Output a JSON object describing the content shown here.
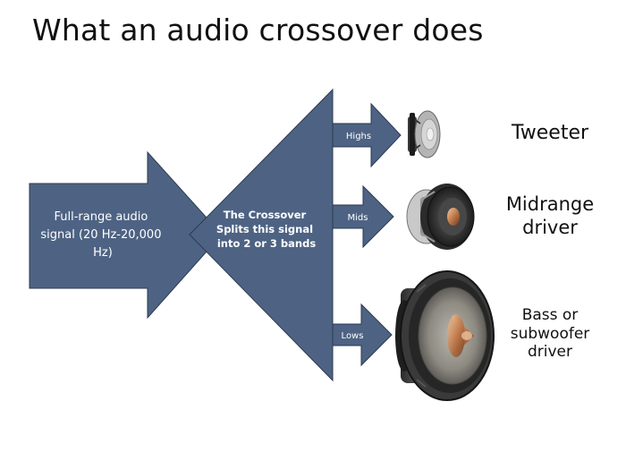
{
  "title": "What an audio crossover does",
  "input_arrow": {
    "line1": "Full-range audio",
    "line2": "signal (20 Hz-20,000",
    "line3": "Hz)"
  },
  "crossover": {
    "line1": "The Crossover",
    "line2": "Splits this signal",
    "line3": "into 2 or 3 bands"
  },
  "bands": {
    "highs": "Highs",
    "mids": "Mids",
    "lows": "Lows"
  },
  "speakers": {
    "tweeter": {
      "line1": "Tweeter"
    },
    "midrange": {
      "line1": "Midrange",
      "line2": "driver"
    },
    "bass": {
      "line1": "Bass or",
      "line2": "subwoofer",
      "line3": "driver"
    }
  },
  "colors": {
    "arrow_fill": "#4e6383",
    "arrow_stroke": "#2a3a52",
    "arrow_text": "#ffffff"
  }
}
